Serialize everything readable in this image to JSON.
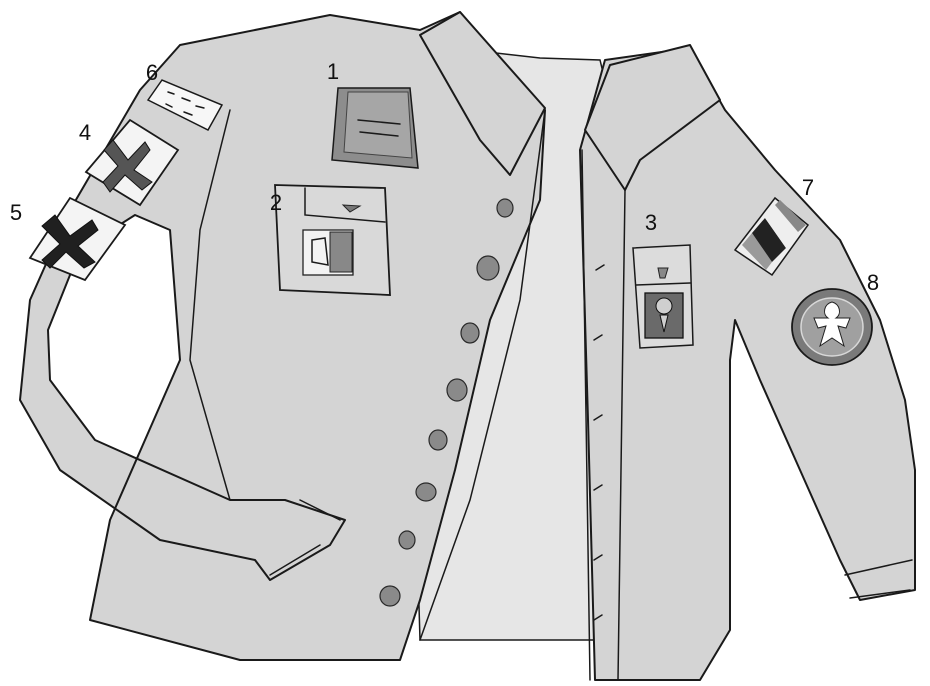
{
  "colors": {
    "shirt": "#d4d4d4",
    "inner": "#e6e6e6",
    "outline": "#1a1a1a",
    "badge_dark": "#2d2d2d",
    "button": "#8a8a8a"
  },
  "callouts": [
    {
      "number": "1",
      "part": "book-badge"
    },
    {
      "number": "2",
      "part": "pocket-badge"
    },
    {
      "number": "3",
      "part": "emblem-badge"
    },
    {
      "number": "4",
      "part": "fleur-badge-upper"
    },
    {
      "number": "5",
      "part": "fleur-badge-lower"
    },
    {
      "number": "6",
      "part": "name-tape"
    },
    {
      "number": "7",
      "part": "flag-patch"
    },
    {
      "number": "8",
      "part": "round-emblem-patch"
    }
  ]
}
